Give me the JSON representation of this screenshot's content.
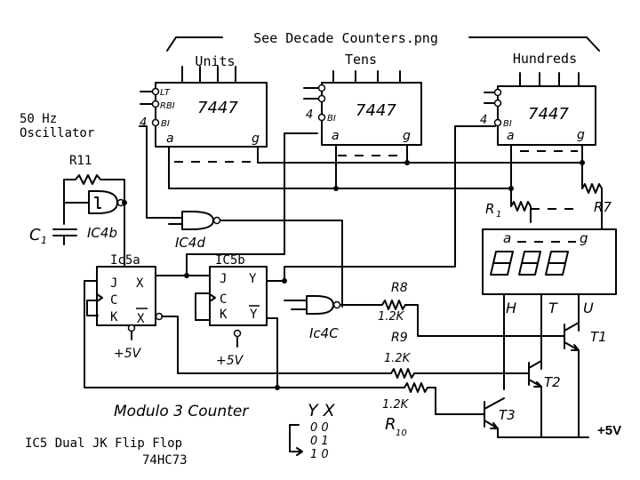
{
  "header": {
    "note": "See Decade Counters.png"
  },
  "decoders": {
    "units": {
      "title": "Units",
      "chip": "7447"
    },
    "tens": {
      "title": "Tens",
      "chip": "7447"
    },
    "hundreds": {
      "title": "Hundreds",
      "chip": "7447"
    }
  },
  "decoder_pins": {
    "lt": "LT",
    "rbi": "RBI",
    "bi": "BI",
    "a": "a",
    "g": "g",
    "four": "4"
  },
  "oscillator": {
    "line1": "50 Hz",
    "line2": "Oscillator",
    "resistor": "R11",
    "capacitor": "C",
    "capacitor_sub": "1",
    "gate": "IC4b"
  },
  "gates": {
    "ic4d": "IC4d",
    "ic4c": "Ic4C"
  },
  "flipflops": {
    "a": {
      "name": "Ic5a",
      "j": "J",
      "c": "C",
      "k": "K",
      "x": "X",
      "xbar": "X"
    },
    "b": {
      "name": "IC5b",
      "j": "J",
      "c": "C",
      "k": "K",
      "y": "Y",
      "ybar": "Y"
    }
  },
  "supply": {
    "v1": "+5V",
    "v2": "+5V",
    "right": "+5V"
  },
  "display": {
    "a": "a",
    "g": "g",
    "h": "H",
    "t": "T",
    "u": "U",
    "r1": "R",
    "r1_sub": "1",
    "r7": "R7"
  },
  "resistors": {
    "r8": "R8",
    "r8_val": "1.2K",
    "r9": "R9",
    "r9_val": "1.2K",
    "r10": "R",
    "r10_sub": "10",
    "r10_val": "1.2K"
  },
  "transistors": {
    "t1": "T1",
    "t2": "T2",
    "t3": "T3"
  },
  "notes": {
    "modulo": "Modulo 3 Counter",
    "ic5_line1": "IC5 Dual JK Flip Flop",
    "ic5_line2": "74HC73",
    "state_header": "Y X",
    "states": [
      "0 0",
      "0 1",
      "1 0"
    ]
  }
}
